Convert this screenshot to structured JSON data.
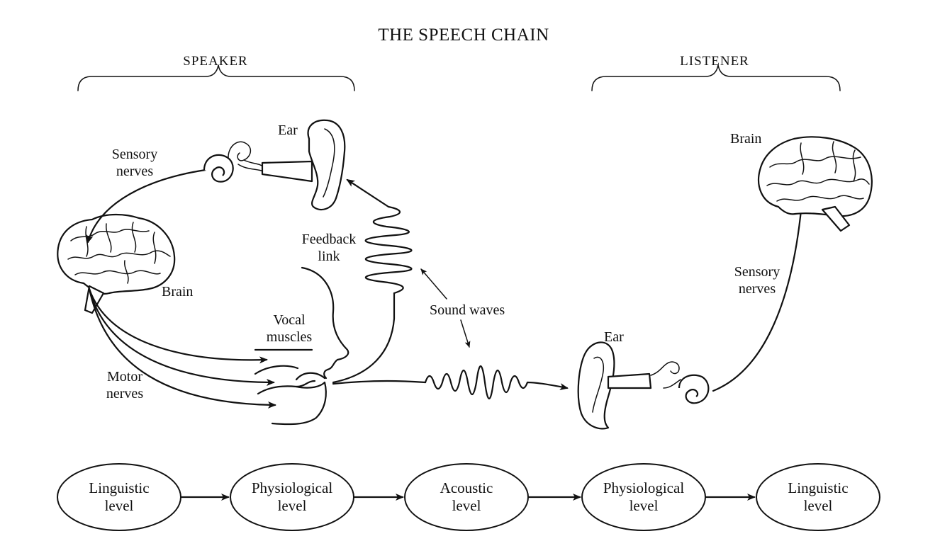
{
  "title": "THE SPEECH CHAIN",
  "speaker_header": "SPEAKER",
  "listener_header": "LISTENER",
  "labels": {
    "speaker_ear": "Ear",
    "speaker_sensory_nerves": "Sensory\nnerves",
    "speaker_brain": "Brain",
    "feedback_link": "Feedback\nlink",
    "vocal_muscles": "Vocal\nmuscles",
    "motor_nerves": "Motor\nnerves",
    "sound_waves": "Sound waves",
    "listener_ear": "Ear",
    "listener_brain": "Brain",
    "listener_sensory_nerves": "Sensory\nnerves"
  },
  "levels": [
    {
      "line1": "Linguistic",
      "line2": "level"
    },
    {
      "line1": "Physiological",
      "line2": "level"
    },
    {
      "line1": "Acoustic",
      "line2": "level"
    },
    {
      "line1": "Physiological",
      "line2": "level"
    },
    {
      "line1": "Linguistic",
      "line2": "level"
    }
  ]
}
